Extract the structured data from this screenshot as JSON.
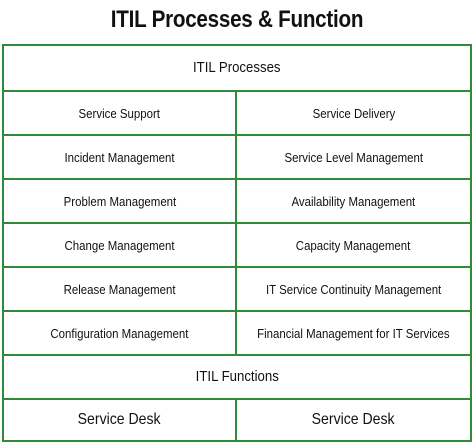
{
  "title": "ITIL Processes & Function",
  "processes_header": "ITIL Processes",
  "process_rows": [
    {
      "left": "Service Support",
      "right": "Service Delivery"
    },
    {
      "left": "Incident Management",
      "right": "Service Level Management"
    },
    {
      "left": "Problem Management",
      "right": "Availability Management"
    },
    {
      "left": "Change Management",
      "right": "Capacity Management"
    },
    {
      "left": "Release Management",
      "right": "IT Service Continuity Management"
    },
    {
      "left": "Configuration Management",
      "right": "Financial Management for IT Services"
    }
  ],
  "functions_header": "ITIL Functions",
  "function_row": {
    "left": "Service Desk",
    "right": "Service Desk"
  },
  "colors": {
    "border": "#2f8b3a",
    "text": "#111111",
    "background": "#ffffff"
  }
}
